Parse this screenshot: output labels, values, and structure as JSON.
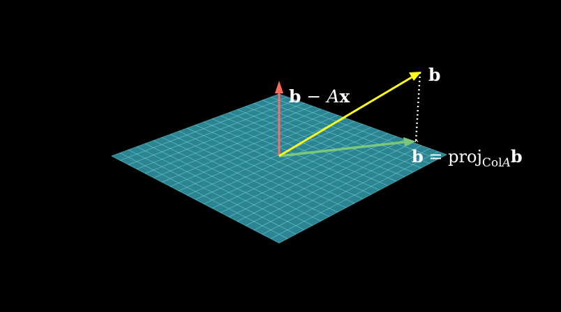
{
  "labels": {
    "b": "b",
    "residual": {
      "b": "b",
      "minus": " − ",
      "A": "A",
      "x": "x"
    },
    "projection": {
      "hat": "ˆ",
      "b": "b",
      "equals": " = ",
      "proj": "proj",
      "subscript": {
        "col": "Col",
        "A": "A"
      },
      "b_final": "b"
    }
  },
  "colors": {
    "background": "#000000",
    "plane_fill": "#2e8a9a",
    "plane_grid": "#6fd3dd",
    "vector_b": "#ffff1a",
    "vector_projection": "#7cc87a",
    "vector_residual": "#ff6b5e",
    "dotted_line": "#ffffff",
    "text": "#ffffff"
  }
}
